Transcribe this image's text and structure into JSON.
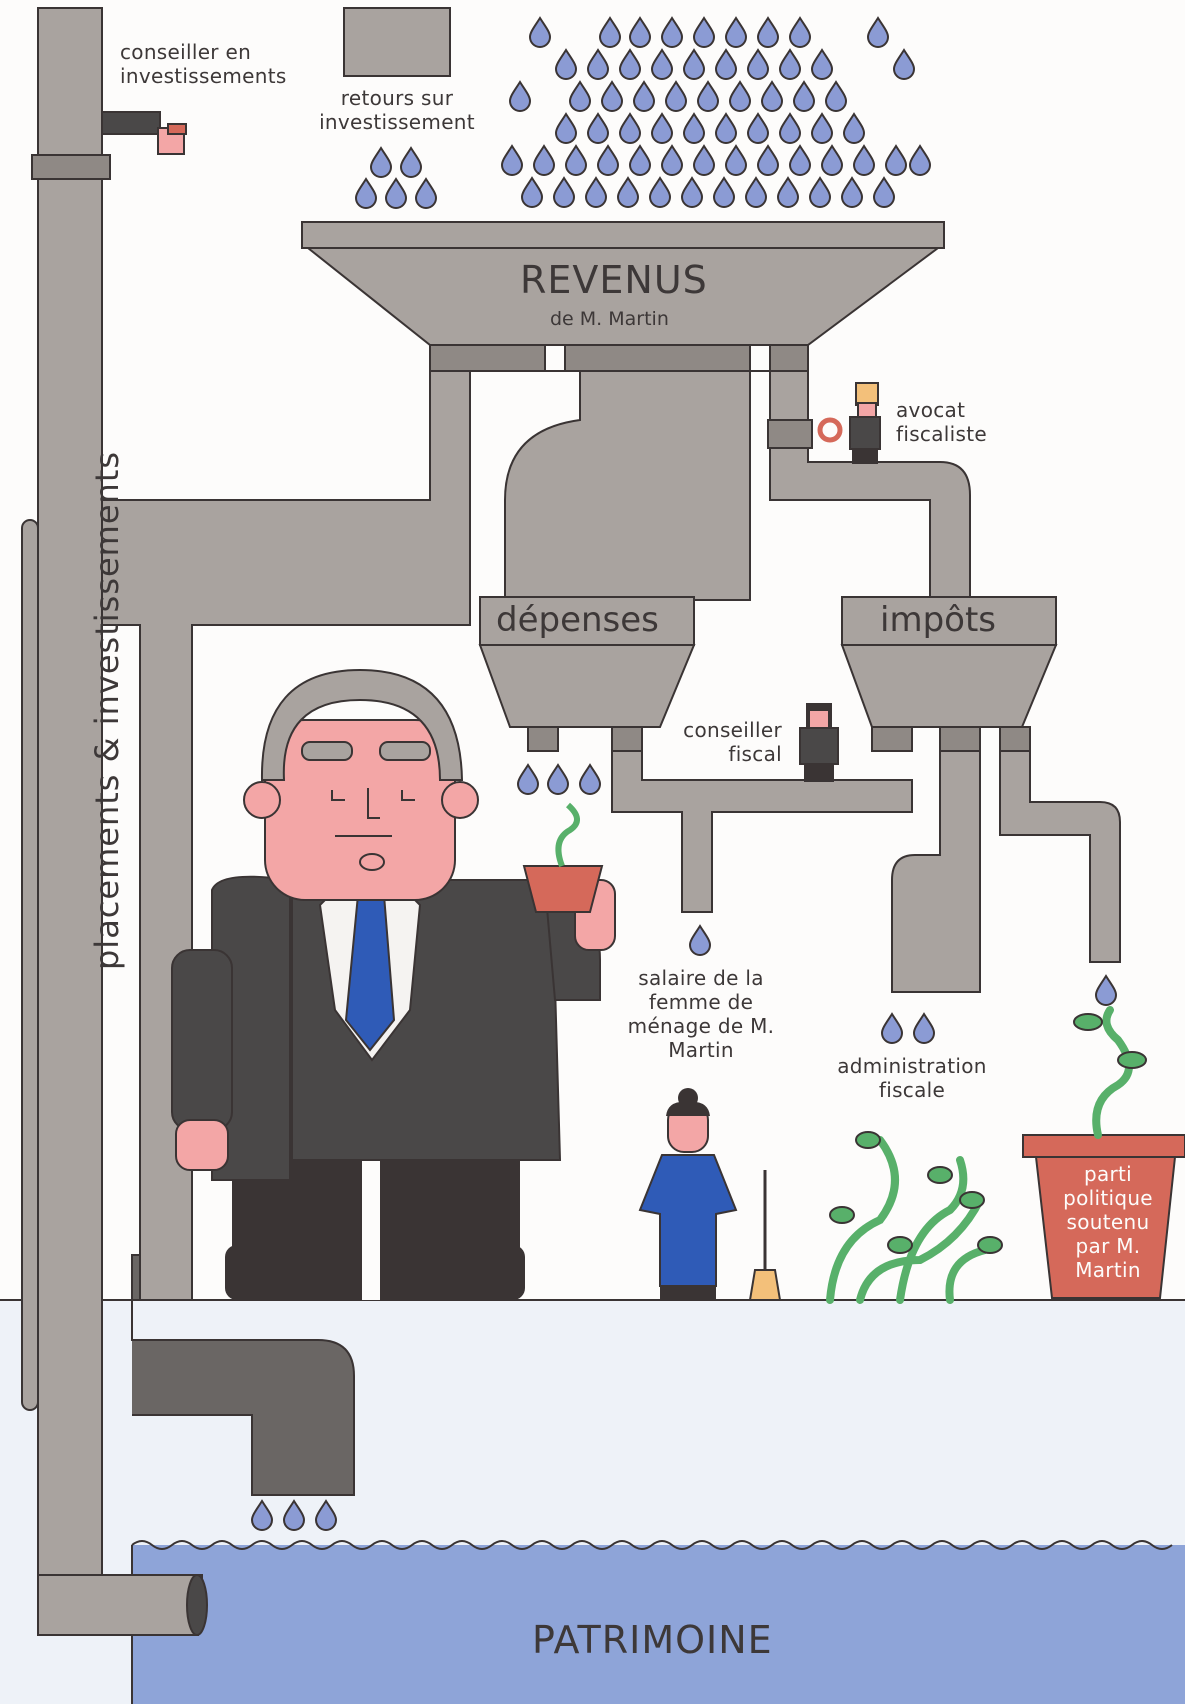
{
  "labels": {
    "advisor_invest": "conseiller en investissements",
    "investment_returns": "retours sur investissement",
    "income_title": "REVENUS",
    "income_subtitle": "de M. Martin",
    "tax_lawyer": "avocat fiscaliste",
    "spending": "dépenses",
    "taxes": "impôts",
    "tax_advisor": "conseiller fiscal",
    "maid_salary": "salaire de la femme de ménage de M. Martin",
    "tax_admin": "administration fiscale",
    "party": "parti politique soutenu par M. Martin",
    "investments": "placements & investissements",
    "wealth": "PATRIMOINE"
  },
  "colors": {
    "pipe": "#a9a39f",
    "pipe_dark": "#8f8985",
    "pipe_shadow": "#6a6664",
    "drop": "#8b9bd4",
    "water": "#8ea4d8",
    "ground": "#eef2f8",
    "outline": "#3a3434",
    "skin": "#f3a6a6",
    "suit": "#4a4848",
    "tie": "#2f5bb7",
    "pot": "#d5695a",
    "plant": "#58b06a"
  },
  "icons": [
    "drop-icon",
    "plant-icon",
    "person-icon",
    "valve-icon",
    "broom-icon"
  ]
}
